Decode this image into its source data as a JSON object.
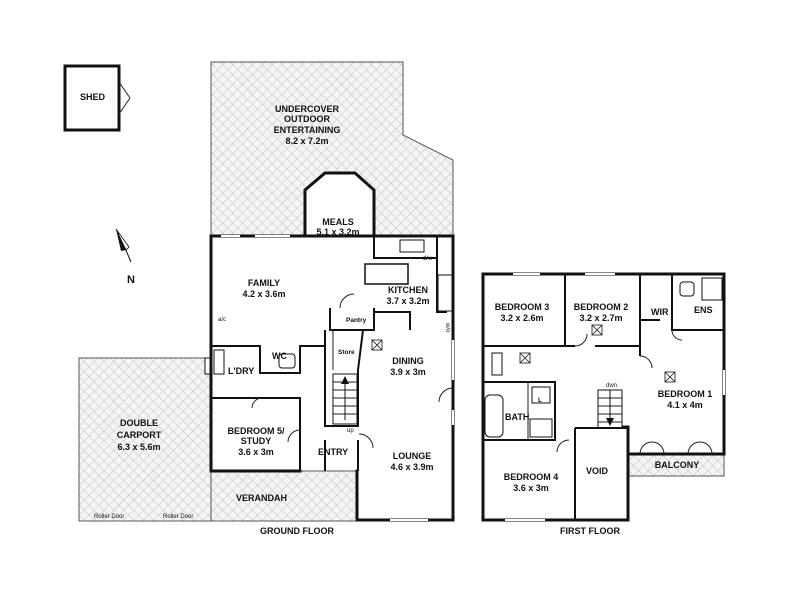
{
  "ground_floor": {
    "caption": "GROUND FLOOR",
    "shed": "SHED",
    "outdoor": {
      "line1": "UNDERCOVER",
      "line2": "OUTDOOR",
      "line3": "ENTERTAINING",
      "dims": "8.2 x 7.2m"
    },
    "meals": {
      "name": "MEALS",
      "dims": "5.1 x 3.2m"
    },
    "family": {
      "name": "FAMILY",
      "dims": "4.2 x 3.6m"
    },
    "kitchen": {
      "name": "KITCHEN",
      "dims": "3.7 x 3.2m"
    },
    "dining": {
      "name": "DINING",
      "dims": "3.9 x 3m"
    },
    "lounge": {
      "name": "LOUNGE",
      "dims": "4.6 x 3.9m"
    },
    "carport": {
      "line1": "DOUBLE",
      "line2": "CARPORT",
      "dims": "6.3 x 5.6m"
    },
    "bedroom5": {
      "line1": "BEDROOM 5/",
      "line2": "STUDY",
      "dims": "3.6 x 3m"
    },
    "laundry": "L'DRY",
    "wc": "WC",
    "pantry": "Pantry",
    "store": "Store",
    "entry": "ENTRY",
    "verandah": "VERANDAH",
    "up": "up",
    "ac": "a/c",
    "dw": "d/w",
    "wo": "w/o",
    "roller_door_1": "Roller Door",
    "roller_door_2": "Roller Door"
  },
  "first_floor": {
    "caption": "FIRST FLOOR",
    "bedroom1": {
      "name": "BEDROOM 1",
      "dims": "4.1 x 4m"
    },
    "bedroom2": {
      "name": "BEDROOM 2",
      "dims": "3.2 x 2.7m"
    },
    "bedroom3": {
      "name": "BEDROOM 3",
      "dims": "3.2 x 2.6m"
    },
    "bedroom4": {
      "name": "BEDROOM 4",
      "dims": "3.6 x 3m"
    },
    "wir": "WIR",
    "ens": "ENS",
    "bath": "BATH",
    "l": "L",
    "void": "VOID",
    "balcony": "BALCONY",
    "dwn": "dwn"
  },
  "compass": {
    "label": "N"
  }
}
